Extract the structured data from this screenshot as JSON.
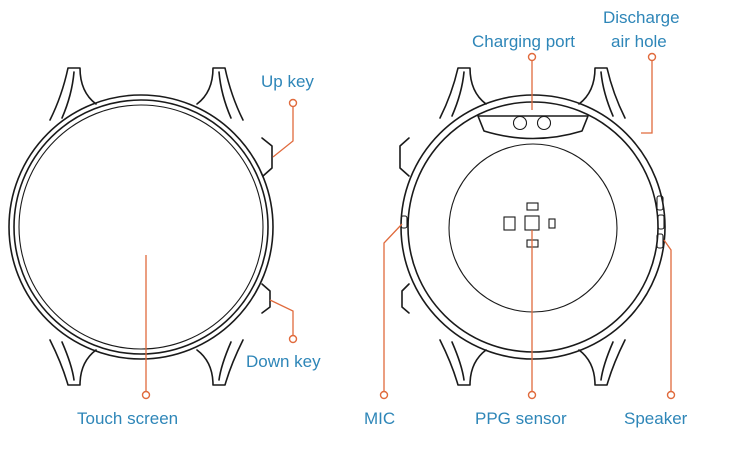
{
  "labels": {
    "up_key": "Up key",
    "down_key": "Down key",
    "touch_screen": "Touch screen",
    "charging_port": "Charging port",
    "discharge_line1": "Discharge",
    "discharge_line2": "air hole",
    "mic": "MIC",
    "ppg_sensor": "PPG sensor",
    "speaker": "Speaker"
  },
  "colors": {
    "label_text": "#2e86b8",
    "leader_line": "#e06a3c",
    "line_art": "#1a1a1a"
  }
}
